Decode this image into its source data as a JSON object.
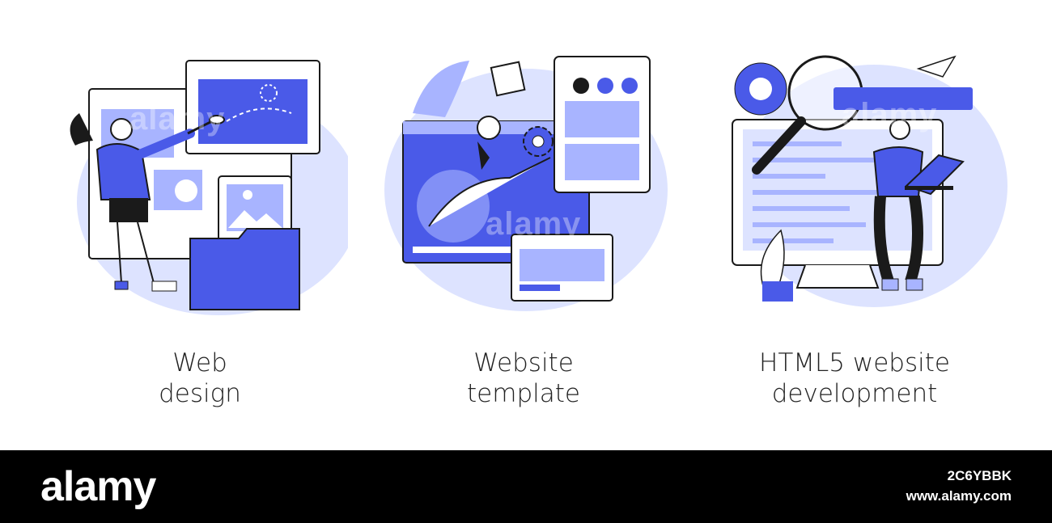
{
  "colors": {
    "accent": "#4a5ae8",
    "light": "#a8b4ff",
    "pale": "#dde3ff",
    "outline": "#1a1a1a"
  },
  "panels": [
    {
      "line1": "Web",
      "line2": "design"
    },
    {
      "line1": "Website",
      "line2": "template"
    },
    {
      "line1": "HTML5 website",
      "line2": "development"
    }
  ],
  "watermark": "alamy",
  "footer": {
    "logo": "alamy",
    "image_id": "2C6YBBK",
    "url": "www.alamy.com"
  }
}
